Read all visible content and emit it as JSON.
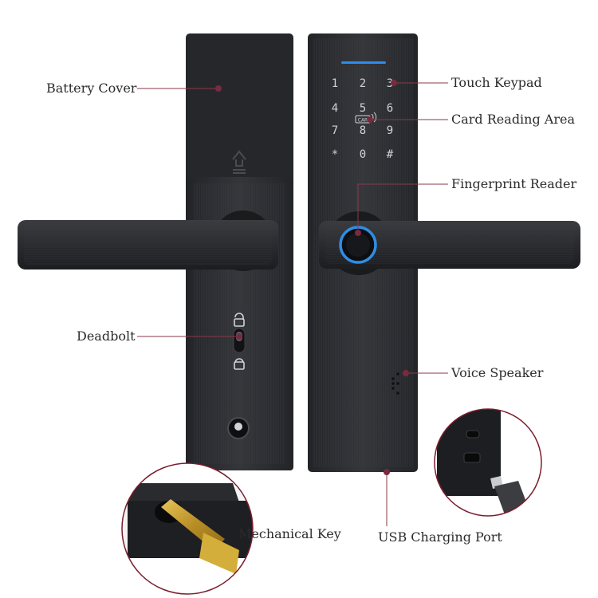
{
  "callouts": {
    "battery_cover": "Battery Cover",
    "touch_keypad": "Touch Keypad",
    "card_reading_area": "Card Reading Area",
    "fingerprint_reader": "Fingerprint Reader",
    "deadbolt": "Deadbolt",
    "voice_speaker": "Voice Speaker",
    "mechanical_key": "Mechanical Key",
    "usb_charging_port": "USB Charging Port"
  },
  "keypad": {
    "keys": [
      "1",
      "2",
      "3",
      "4",
      "5",
      "6",
      "7",
      "8",
      "9",
      "*",
      "0",
      "#"
    ],
    "card_badge": "CAR"
  },
  "colors": {
    "lock_body": "#1f1f22",
    "brushed_panel": "#2a2b2e",
    "callout_line": "#8a3a4a",
    "callout_dot": "#7a2a3e",
    "fingerprint_ring": "#2f8de4",
    "keypad_indicator": "#2b8cf0",
    "key_brass": "#c9a43a"
  }
}
